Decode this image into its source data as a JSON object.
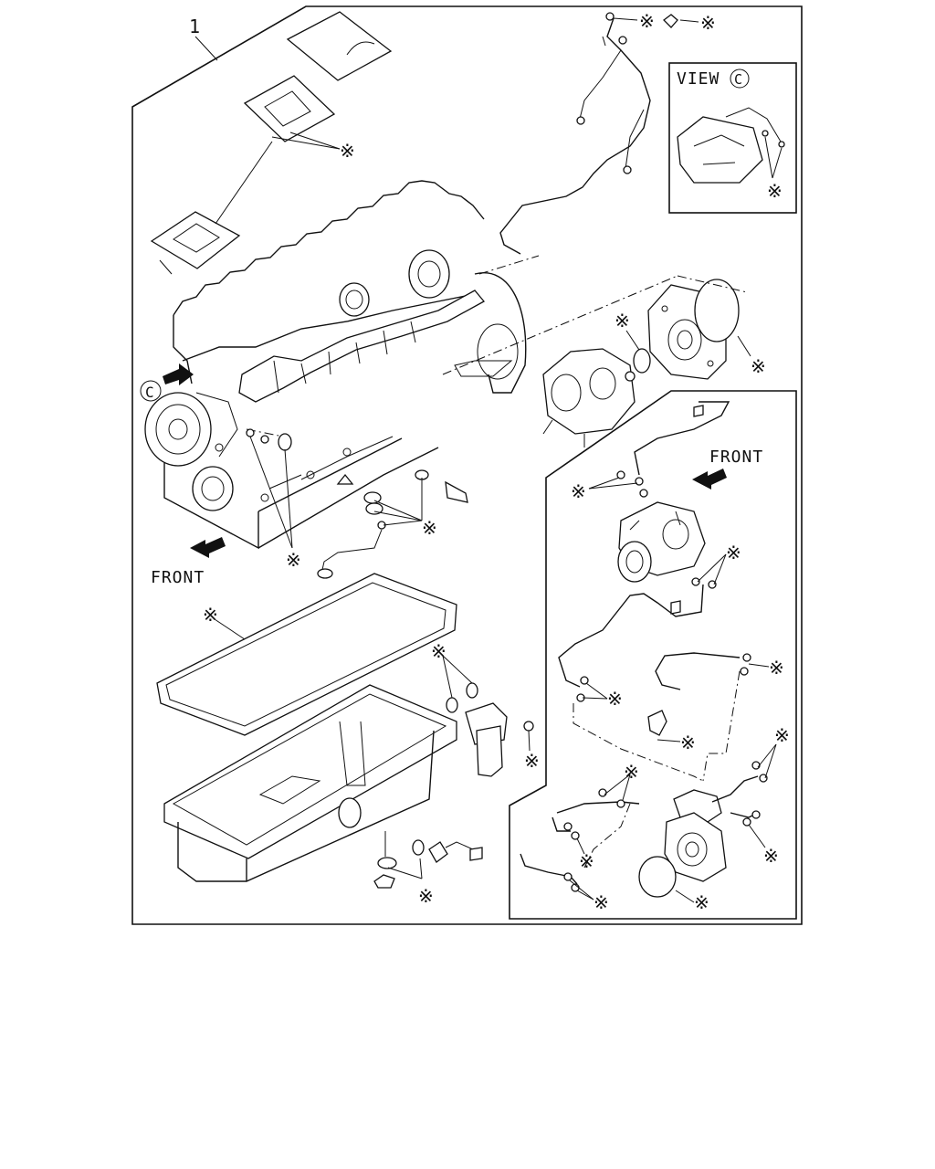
{
  "diagram": {
    "callout_number": "1",
    "asterisk_symbol": "※",
    "front_label": "FRONT",
    "inset_front_label": "FRONT",
    "view_label": "VIEW",
    "view_letter": "C",
    "engine_view_marker": "C"
  },
  "colors": {
    "line": "#111111",
    "background": "#ffffff"
  },
  "icons": {
    "arrow": "filled-arrow-icon",
    "asterisk": "asterisk-icon"
  }
}
